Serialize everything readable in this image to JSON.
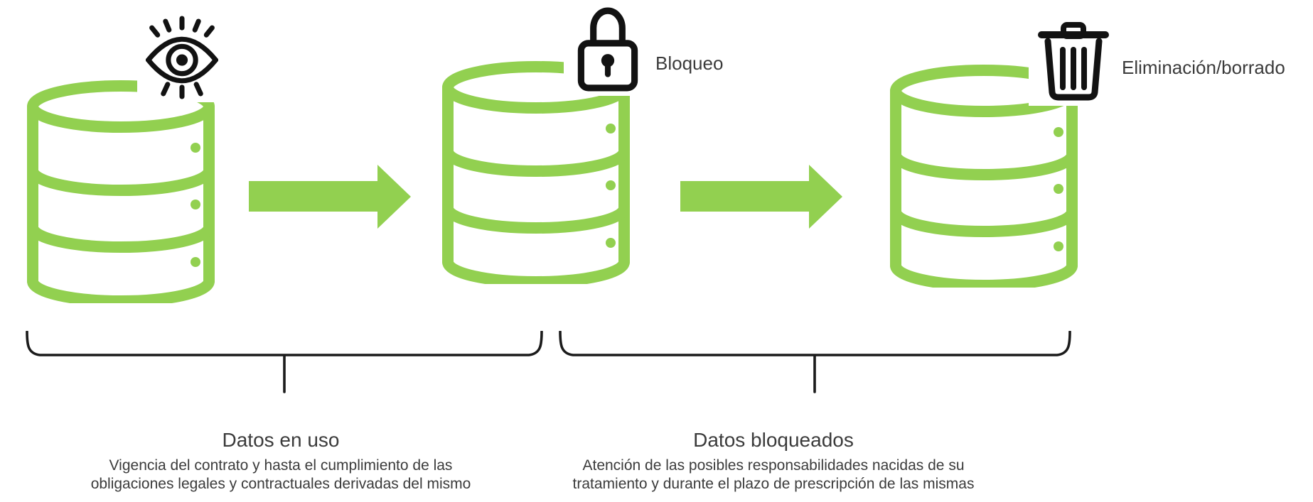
{
  "diagram": {
    "stages": [
      {
        "name": "datos-en-uso",
        "icon": "eye-icon",
        "label": ""
      },
      {
        "name": "bloqueo",
        "icon": "lock-icon",
        "label": "Bloqueo"
      },
      {
        "name": "eliminacion-borrado",
        "icon": "trash-icon",
        "label": "Eliminación/borrado"
      }
    ],
    "arrows": [
      {
        "name": "flow-arrow-1",
        "direction": "right"
      },
      {
        "name": "flow-arrow-2",
        "direction": "right"
      }
    ],
    "groups": [
      {
        "title": "Datos en uso",
        "desc_line1": "Vigencia del contrato y hasta el cumplimiento de las",
        "desc_line2": "obligaciones legales y contractuales derivadas del mismo"
      },
      {
        "title": "Datos bloqueados",
        "desc_line1": "Atención de las posibles responsabilidades nacidas de su",
        "desc_line2": "tratamiento y durante el plazo de prescripción de las mismas"
      }
    ],
    "colors": {
      "green": "#92d050",
      "icon_black": "#121212",
      "text": "#3b3b3b",
      "brace": "#1b1b1b",
      "background": "#ffffff"
    }
  }
}
